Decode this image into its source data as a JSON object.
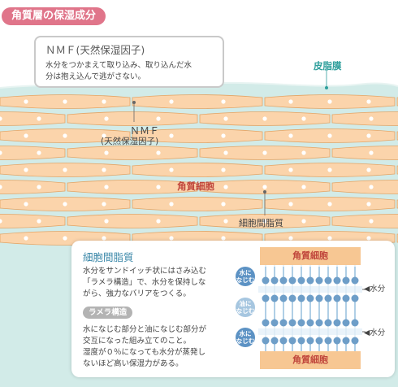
{
  "title": "角質層の保湿成分",
  "nmf_box": {
    "heading": "ＮＭＦ(天然保湿因子)",
    "line1": "水分をつかまえて取り込み、取り込んだ水",
    "line2": "分は抱え込んで逃がさない。"
  },
  "labels": {
    "sebum_film": "皮脂膜",
    "nmf_line1": "ＮＭＦ",
    "nmf_line2": "(天然保湿因子)",
    "corneocyte": "角質細胞",
    "lipid": "細胞間脂質"
  },
  "detail": {
    "heading": "細胞間脂質",
    "p1": [
      "水分をサンドイッチ状にはさみ込む",
      "「ラメラ構造」で、水分を保持しな",
      "がら、強力なバリアをつくる。"
    ],
    "ramela_label": "ラメラ構造",
    "p2": [
      "水になじむ部分と油になじむ部分が",
      "交互になった組み立てのこと。",
      "湿度が０％になっても水分が蒸発し",
      "ないほど高い保湿力がある。"
    ]
  },
  "lamella_diagram": {
    "top_label": "角質細胞",
    "bottom_label": "角質細胞",
    "circle_labels": [
      [
        "水に",
        "なじむ"
      ],
      [
        "油に",
        "なじむ"
      ],
      [
        "水に",
        "なじむ"
      ]
    ],
    "water_label_1": "◀水分",
    "water_label_2": "◀水分"
  },
  "colors": {
    "title_pill": "#e0758a",
    "skin_bg": "#d2ebe8",
    "sebum_text": "#2f9f9c",
    "cell_fill": "#fbd4ab",
    "cell_stroke": "#e3a465",
    "lipid_heading": "#3a87a8",
    "lamella_blue": "#6e9ec8",
    "lamella_stick": "#b0cfe6",
    "water_circle": "#5c92c4",
    "oil_circle": "#a6c6e0"
  }
}
